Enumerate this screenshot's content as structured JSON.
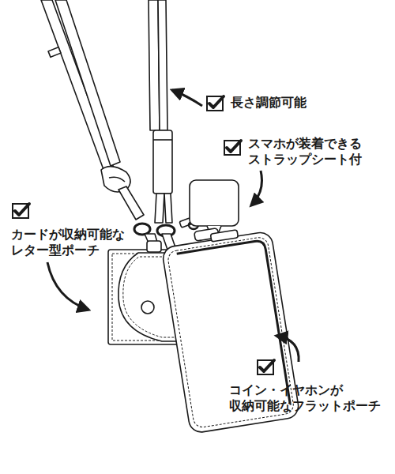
{
  "diagram": {
    "labels": [
      "長さ調節可能",
      "スマホが装着できる ストラップシート付",
      "カードが収納可能な レター型ポーチ",
      "コイン・イヤホンが 収納可能なフラットポーチ"
    ]
  }
}
